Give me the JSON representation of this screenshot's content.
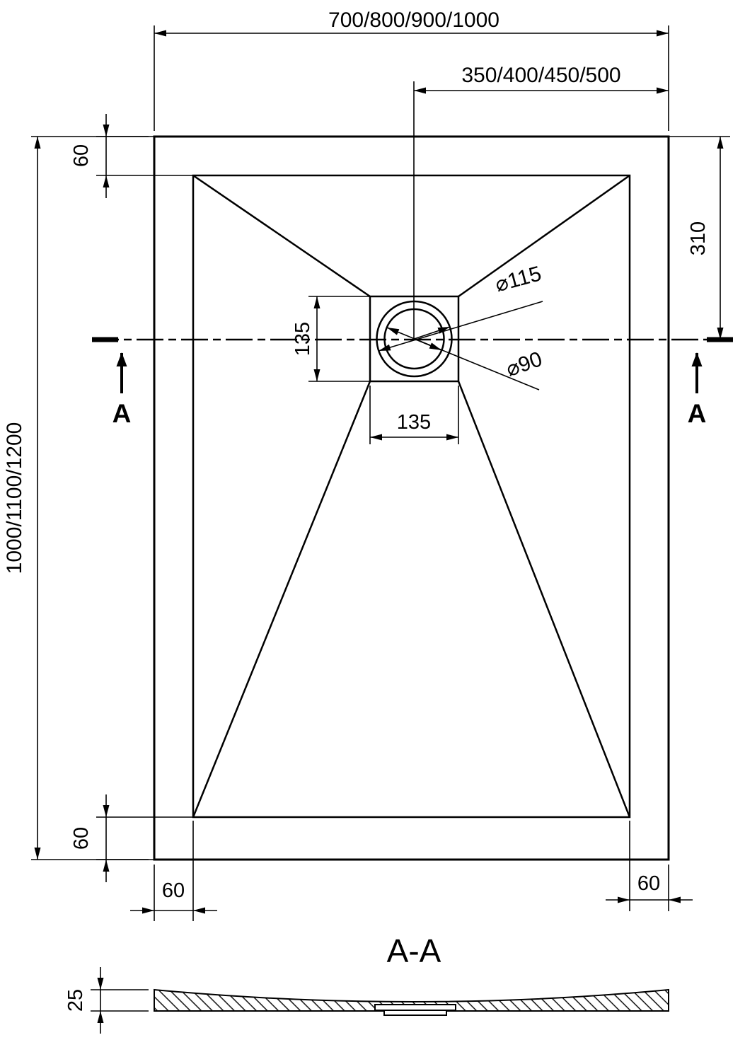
{
  "colors": {
    "line": "#000000",
    "background": "#ffffff"
  },
  "drawing": {
    "labels": {
      "top_width": "700/800/900/1000",
      "half_width": "350/400/450/500",
      "height": "1000/1100/1200",
      "offset_top": "60",
      "offset_bottom": "60",
      "bottom_left_offset": "60",
      "bottom_right_offset": "60",
      "drain_from_top": "310",
      "drain_box_height": "135",
      "drain_box_width": "135",
      "drain_outer_dia": "⌀115",
      "drain_inner_dia": "⌀90",
      "section_arrow_left": "A",
      "section_arrow_right": "A",
      "section_title": "A-A",
      "thickness": "25"
    }
  }
}
